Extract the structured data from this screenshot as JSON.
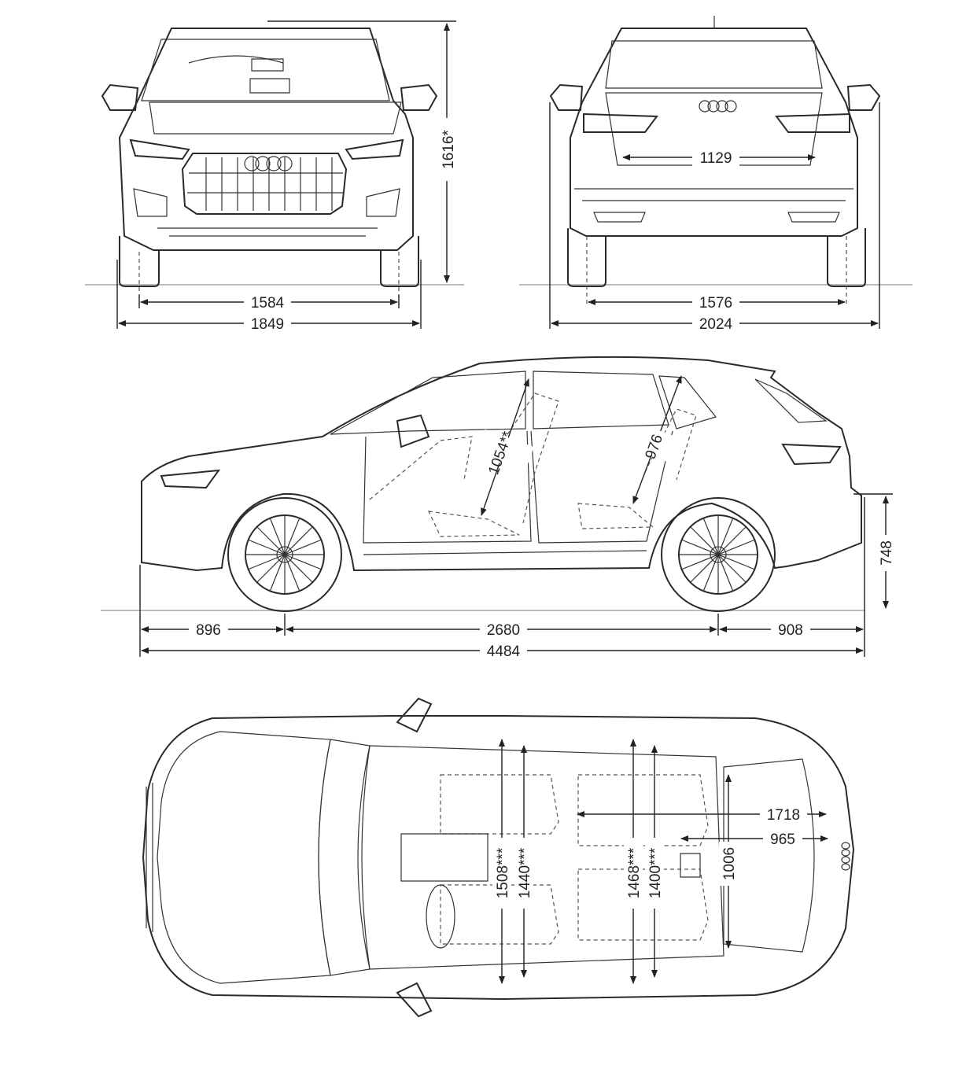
{
  "front_view": {
    "height": "1616*",
    "track": "1584",
    "width": "1849"
  },
  "rear_view": {
    "track": "1576",
    "width_mirrors": "2024",
    "tailgate_width": "1129"
  },
  "side_view": {
    "front_overhang": "896",
    "wheelbase": "2680",
    "rear_overhang": "908",
    "length": "4484",
    "load_sill_height": "748",
    "front_headroom": "1054**",
    "rear_headroom": "976"
  },
  "top_view": {
    "front_shoulder_width": "1508***",
    "front_elbow_width": "1440***",
    "rear_shoulder_width": "1468***",
    "rear_elbow_width": "1400***",
    "load_floor_length_rear_seats_folded": "1718",
    "load_floor_length": "965",
    "width_between_wheel_arches": "1006"
  },
  "colors": {
    "line": "#2a2a2a",
    "ground": "#bdbdbd",
    "background": "#ffffff"
  }
}
